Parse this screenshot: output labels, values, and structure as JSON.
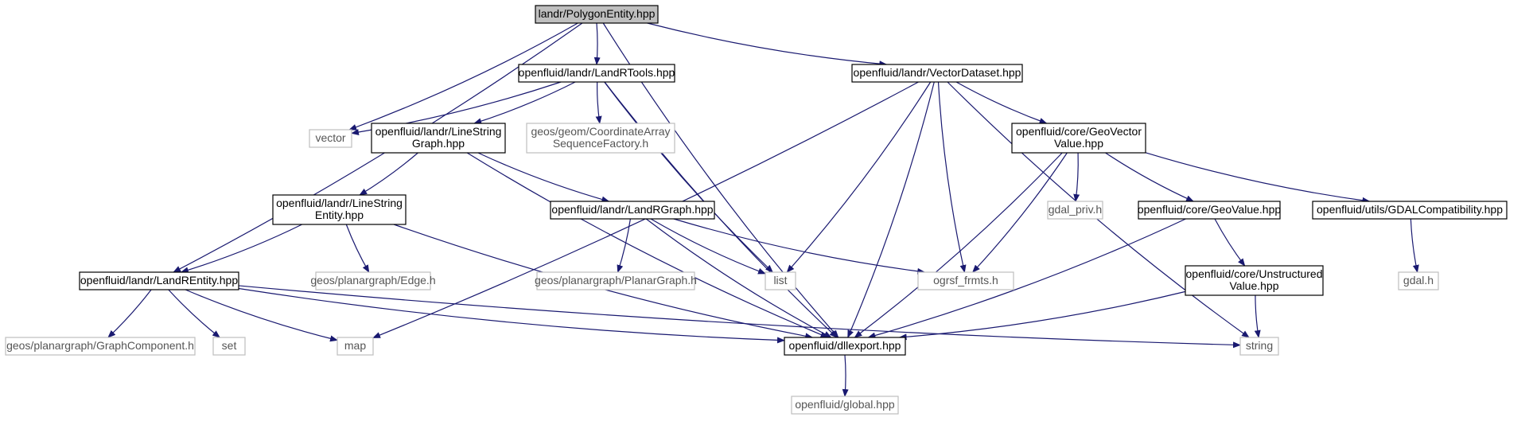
{
  "title": "landr/PolygonEntity.hpp",
  "colors": {
    "root_fill": "#bfbfbf",
    "root_stroke": "#000000",
    "internal_stroke": "#000000",
    "external_stroke": "#bfbfbf",
    "edge": "#191970"
  },
  "nodes": [
    {
      "id": "polygon",
      "kind": "root",
      "lines": [
        "landr/PolygonEntity.hpp"
      ]
    },
    {
      "id": "landrtools",
      "kind": "internal",
      "lines": [
        "openfluid/landr/LandRTools.hpp"
      ]
    },
    {
      "id": "vectordataset",
      "kind": "internal",
      "lines": [
        "openfluid/landr/VectorDataset.hpp"
      ]
    },
    {
      "id": "vector",
      "kind": "external",
      "lines": [
        "vector"
      ]
    },
    {
      "id": "lsgraph",
      "kind": "internal",
      "lines": [
        "openfluid/landr/LineString",
        "Graph.hpp"
      ]
    },
    {
      "id": "coordseq",
      "kind": "external",
      "lines": [
        "geos/geom/CoordinateArray",
        "SequenceFactory.h"
      ]
    },
    {
      "id": "geovector",
      "kind": "internal",
      "lines": [
        "openfluid/core/GeoVector",
        "Value.hpp"
      ]
    },
    {
      "id": "lsentity",
      "kind": "internal",
      "lines": [
        "openfluid/landr/LineString",
        "Entity.hpp"
      ]
    },
    {
      "id": "landrgraph",
      "kind": "internal",
      "lines": [
        "openfluid/landr/LandRGraph.hpp"
      ]
    },
    {
      "id": "gdalpriv",
      "kind": "external",
      "lines": [
        "gdal_priv.h"
      ]
    },
    {
      "id": "geovalue",
      "kind": "internal",
      "lines": [
        "openfluid/core/GeoValue.hpp"
      ]
    },
    {
      "id": "gdalcompat",
      "kind": "internal",
      "lines": [
        "openfluid/utils/GDALCompatibility.hpp"
      ]
    },
    {
      "id": "landrentity",
      "kind": "internal",
      "lines": [
        "openfluid/landr/LandREntity.hpp"
      ]
    },
    {
      "id": "edge",
      "kind": "external",
      "lines": [
        "geos/planargraph/Edge.h"
      ]
    },
    {
      "id": "planargraph",
      "kind": "external",
      "lines": [
        "geos/planargraph/PlanarGraph.h"
      ]
    },
    {
      "id": "list",
      "kind": "external",
      "lines": [
        "list"
      ]
    },
    {
      "id": "ogrsf",
      "kind": "external",
      "lines": [
        "ogrsf_frmts.h"
      ]
    },
    {
      "id": "unstructured",
      "kind": "internal",
      "lines": [
        "openfluid/core/Unstructured",
        "Value.hpp"
      ]
    },
    {
      "id": "gdalh",
      "kind": "external",
      "lines": [
        "gdal.h"
      ]
    },
    {
      "id": "graphcomp",
      "kind": "external",
      "lines": [
        "geos/planargraph/GraphComponent.h"
      ]
    },
    {
      "id": "set",
      "kind": "external",
      "lines": [
        "set"
      ]
    },
    {
      "id": "map",
      "kind": "external",
      "lines": [
        "map"
      ]
    },
    {
      "id": "dllexport",
      "kind": "internal",
      "lines": [
        "openfluid/dllexport.hpp"
      ]
    },
    {
      "id": "string",
      "kind": "external",
      "lines": [
        "string"
      ]
    },
    {
      "id": "global",
      "kind": "external",
      "lines": [
        "openfluid/global.hpp"
      ]
    }
  ],
  "edges": [
    [
      "polygon",
      "landrtools"
    ],
    [
      "polygon",
      "vectordataset"
    ],
    [
      "polygon",
      "vector"
    ],
    [
      "polygon",
      "landrentity"
    ],
    [
      "polygon",
      "dllexport"
    ],
    [
      "landrtools",
      "vector"
    ],
    [
      "landrtools",
      "lsgraph"
    ],
    [
      "landrtools",
      "coordseq"
    ],
    [
      "landrtools",
      "list"
    ],
    [
      "landrtools",
      "dllexport"
    ],
    [
      "vectordataset",
      "geovector"
    ],
    [
      "vectordataset",
      "map"
    ],
    [
      "vectordataset",
      "list"
    ],
    [
      "vectordataset",
      "ogrsf"
    ],
    [
      "vectordataset",
      "dllexport"
    ],
    [
      "vectordataset",
      "string"
    ],
    [
      "lsgraph",
      "lsentity"
    ],
    [
      "lsgraph",
      "landrgraph"
    ],
    [
      "lsgraph",
      "dllexport"
    ],
    [
      "lsentity",
      "landrentity"
    ],
    [
      "lsentity",
      "edge"
    ],
    [
      "lsentity",
      "dllexport"
    ],
    [
      "landrgraph",
      "planargraph"
    ],
    [
      "landrgraph",
      "list"
    ],
    [
      "landrgraph",
      "ogrsf"
    ],
    [
      "landrgraph",
      "dllexport"
    ],
    [
      "geovector",
      "gdalpriv"
    ],
    [
      "geovector",
      "ogrsf"
    ],
    [
      "geovector",
      "geovalue"
    ],
    [
      "geovector",
      "gdalcompat"
    ],
    [
      "geovector",
      "dllexport"
    ],
    [
      "geovalue",
      "unstructured"
    ],
    [
      "geovalue",
      "dllexport"
    ],
    [
      "unstructured",
      "dllexport"
    ],
    [
      "unstructured",
      "string"
    ],
    [
      "gdalcompat",
      "gdalh"
    ],
    [
      "landrentity",
      "graphcomp"
    ],
    [
      "landrentity",
      "set"
    ],
    [
      "landrentity",
      "map"
    ],
    [
      "landrentity",
      "dllexport"
    ],
    [
      "landrentity",
      "string"
    ],
    [
      "dllexport",
      "global"
    ]
  ]
}
